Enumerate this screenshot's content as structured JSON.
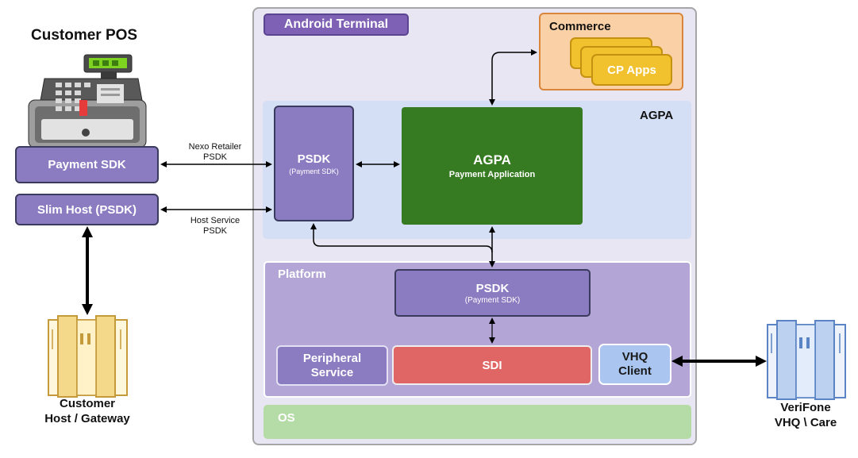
{
  "pos": {
    "title": "Customer POS",
    "payment_sdk": "Payment SDK",
    "slim_host": "Slim Host (PSDK)"
  },
  "links": {
    "nexo_line1": "Nexo Retailer",
    "nexo_line2": "PSDK",
    "hostsvc_line1": "Host Service",
    "hostsvc_line2": "PSDK"
  },
  "customer_host": {
    "line1": "Customer",
    "line2": "Host / Gateway"
  },
  "verifone": {
    "line1": "VeriFone",
    "line2": "VHQ \\ Care"
  },
  "terminal": {
    "title": "Android Terminal",
    "commerce": {
      "title": "Commerce",
      "cp_apps": "CP Apps"
    },
    "agpa_zone": {
      "label": "AGPA",
      "psdk_title": "PSDK",
      "psdk_sub": "(Payment SDK)",
      "app_title": "AGPA",
      "app_sub": "Payment Application"
    },
    "platform": {
      "label": "Platform",
      "psdk_title": "PSDK",
      "psdk_sub": "(Payment SDK)",
      "peripheral_line1": "Peripheral",
      "peripheral_line2": "Service",
      "sdi": "SDI",
      "vhq_line1": "VHQ",
      "vhq_line2": "Client"
    },
    "os": "OS"
  },
  "colors": {
    "terminal_bg": "#e9e6f3",
    "agpa_zone_bg": "#d4dff5",
    "platform_bg": "#b3a6d6",
    "os_bg": "#b5dba6",
    "purple_box": "#8b7cc2",
    "agpa_green": "#367a21",
    "sdi_red": "#e06666",
    "vhq_blue": "#a9c5f0",
    "commerce_bg": "#fad1a6",
    "cp_yellow": "#f2c12e"
  }
}
